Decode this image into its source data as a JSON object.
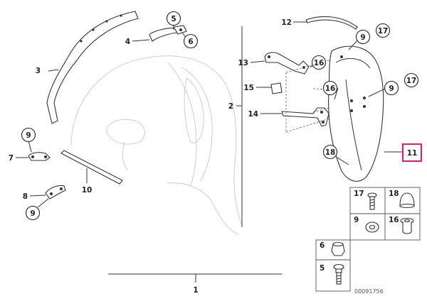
{
  "diagram_id": "00091756",
  "part_labels": {
    "p1": "1",
    "p2": "2",
    "p3": "3",
    "p4": "4",
    "p5": "5",
    "p6": "6",
    "p7": "7",
    "p8": "8",
    "p9": "9",
    "p10": "10",
    "p11": "11",
    "p12": "12",
    "p13": "13",
    "p14": "14",
    "p15": "15",
    "p16": "16",
    "p17": "17",
    "p18": "18"
  },
  "highlight_color": "#e0197d"
}
